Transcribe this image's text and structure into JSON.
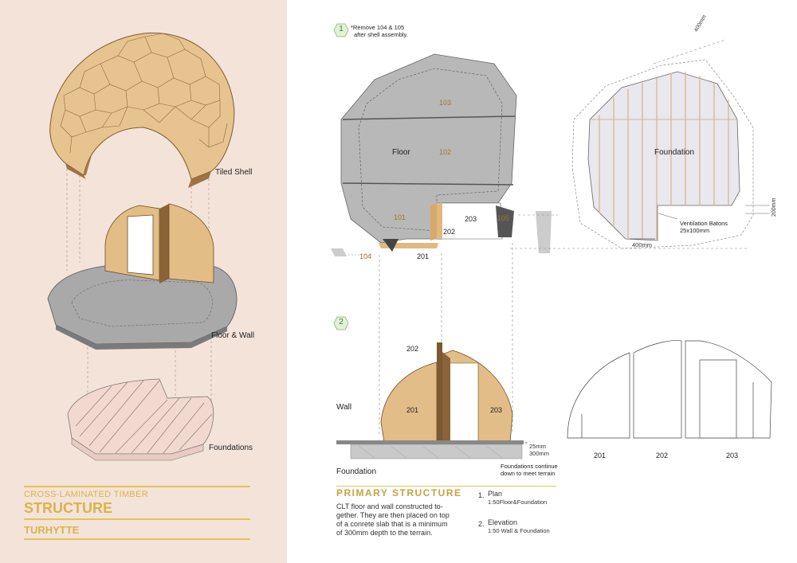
{
  "left": {
    "labels": {
      "tiled_shell": "Tiled Shell",
      "floor_wall": "Floor & Wall",
      "foundations": "Foundations"
    },
    "title": {
      "line1": "CROSS-LAMINATED TIMBER",
      "line2": "STRUCTURE",
      "line3": "TURHYTTE"
    }
  },
  "step1": {
    "badge": "1",
    "note_line1": "*Remove 104 & 105",
    "note_line2": "after shell assembly.",
    "floor_label": "Floor",
    "panels": {
      "p103": "103",
      "p102": "102",
      "p101": "101",
      "p203": "203",
      "p202": "202",
      "p105": "105",
      "p104": "104",
      "p201": "201"
    },
    "foundation_label": "Foundation",
    "dim_400_diag": "400mm",
    "dim_200": "200mm",
    "ventilation_line1": "Ventilation Batons",
    "ventilation_line2": "25x100mm",
    "dim_400": "400mm"
  },
  "step2": {
    "badge": "2",
    "wall_label": "Wall",
    "panels": {
      "p202": "202",
      "p201": "201",
      "p203": "203"
    },
    "dim_25": "25mm",
    "dim_300": "300mm",
    "foundation_label": "Foundation",
    "foundation_note_line1": "Foundations continue",
    "foundation_note_line2": "down to meet terrain",
    "elevation_labels": [
      "201",
      "202",
      "203"
    ]
  },
  "primary": {
    "heading": "PRIMARY STRUCTURE",
    "body_lines": [
      "CLT floor and wall constructed to-",
      "gether. They are then placed on top",
      "of a conrete slab that is a minimum",
      "of 300mm depth to the terrain."
    ],
    "items": [
      {
        "num": "1.",
        "title": "Plan",
        "sub": "1:50Floor&Foundation"
      },
      {
        "num": "2.",
        "title": "Elevation",
        "sub": "1:50 Wall & Foundation"
      }
    ]
  },
  "colors": {
    "panel_bg": "#f4e3d9",
    "timber": "#e3bd87",
    "grey": "#b5b5b5",
    "gold": "#e2c45a",
    "orange_num": "#a0762d"
  }
}
